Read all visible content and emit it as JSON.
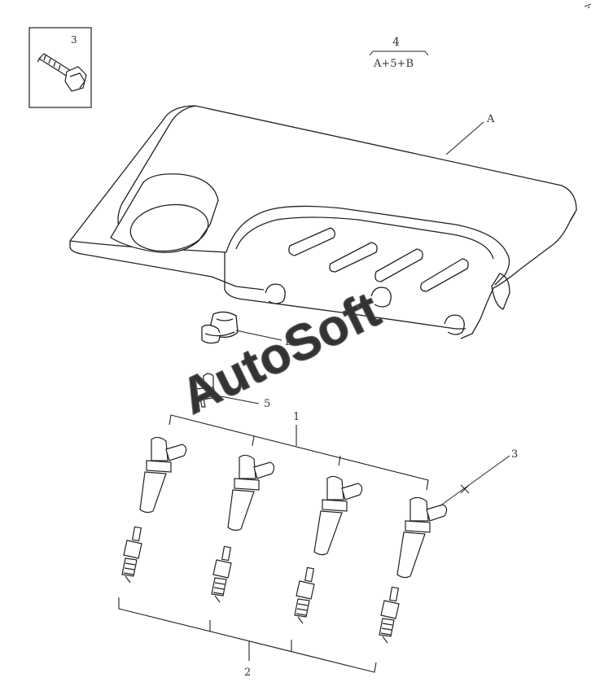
{
  "callouts": {
    "bolt_inset": "3",
    "kit_top": "4",
    "kit_bottom": "A+5+B",
    "cover": "A",
    "cap": "B",
    "sensor": "5",
    "coils": "1",
    "coil_bolt": "3",
    "plugs": "2"
  },
  "watermark": "AutoSoft"
}
